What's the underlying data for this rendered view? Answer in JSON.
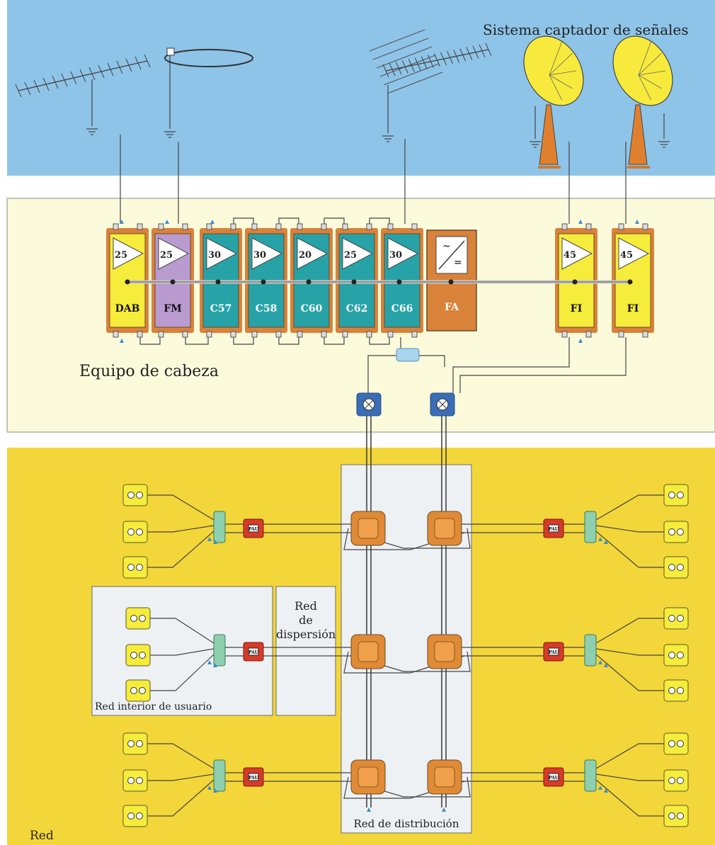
{
  "labels": {
    "sistema": "Sistema captador de señales",
    "equipo": "Equipo de cabeza",
    "red_dispersion": [
      "Red",
      "de",
      "dispersión"
    ],
    "red_interior": "Red interior de usuario",
    "red_distribucion": "Red de distribución",
    "red": "Red"
  },
  "modules": [
    {
      "gain": "25",
      "name": "DAB",
      "kind": "yellow"
    },
    {
      "gain": "25",
      "name": "FM",
      "kind": "purple"
    },
    {
      "gain": "30",
      "name": "C57",
      "kind": "teal"
    },
    {
      "gain": "30",
      "name": "C58",
      "kind": "teal"
    },
    {
      "gain": "20",
      "name": "C60",
      "kind": "teal"
    },
    {
      "gain": "25",
      "name": "C62",
      "kind": "teal"
    },
    {
      "gain": "30",
      "name": "C66",
      "kind": "teal"
    },
    {
      "gain": "",
      "name": "FA",
      "kind": "power"
    },
    {
      "gain": "45",
      "name": "FI",
      "kind": "yellow"
    },
    {
      "gain": "45",
      "name": "FI",
      "kind": "yellow"
    }
  ],
  "pau_label": "PAU",
  "colors": {
    "sky": "#8ec4e8",
    "head_bg": "#fbfbdc",
    "net_bg": "#f3d63a",
    "panel": "#eef1f3",
    "yellow_mod": "#f6ec3b",
    "purple_mod": "#b99bd0",
    "teal_mod": "#27a3a8",
    "module_frame": "#d9823a",
    "dish": "#f7ea3c",
    "derivador": "#e08a35",
    "pau": "#d83a2a",
    "repartidor": "#8ecfb0"
  }
}
